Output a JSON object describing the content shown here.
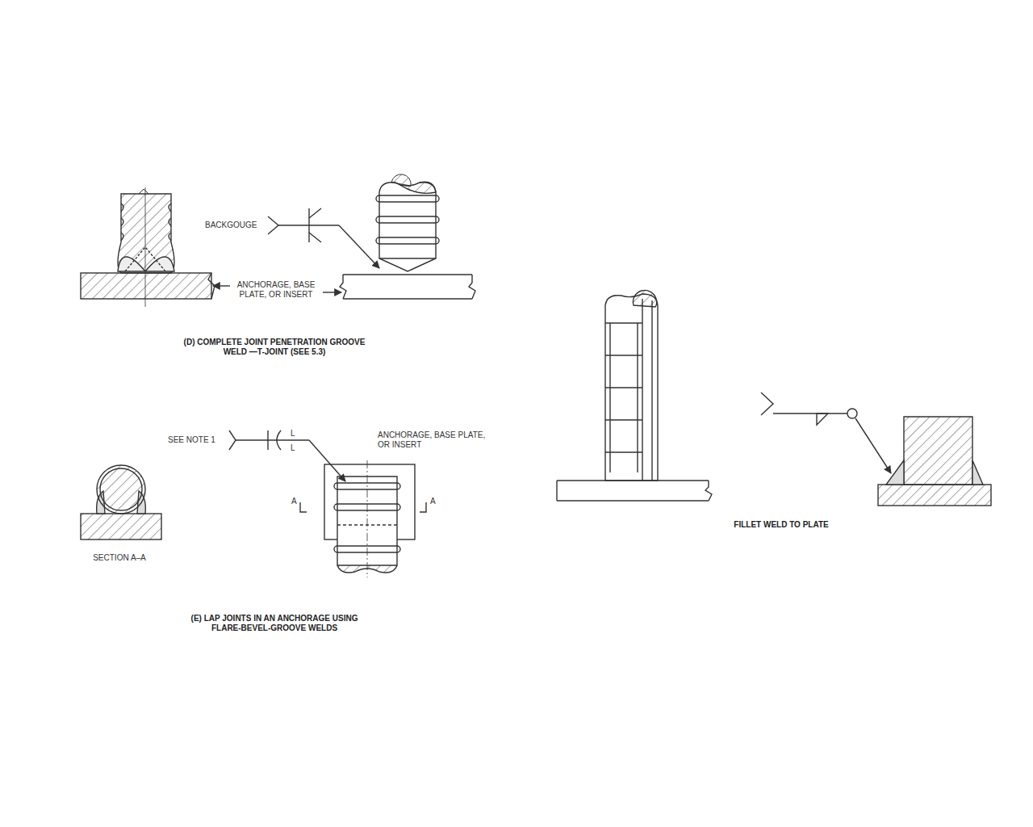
{
  "diagram": {
    "labels": [
      "BACKGOUGE",
      "ANCHORAGE, BASE PLATE, OR INSERT",
      "(D) COMPLETE JOINT PENETRATION GROOVE WELD —T-JOINT (SEE 5.3)",
      "SEE NOTE 1",
      "L",
      "L",
      "ANCHORAGE, BASE PLATE, OR INSERT",
      "A",
      "A",
      "SECTION A–A",
      "(E) LAP JOINTS IN AN ANCHORAGE USING FLARE-BEVEL-GROOVE WELDS",
      "FILLET WELD TO PLATE"
    ]
  }
}
